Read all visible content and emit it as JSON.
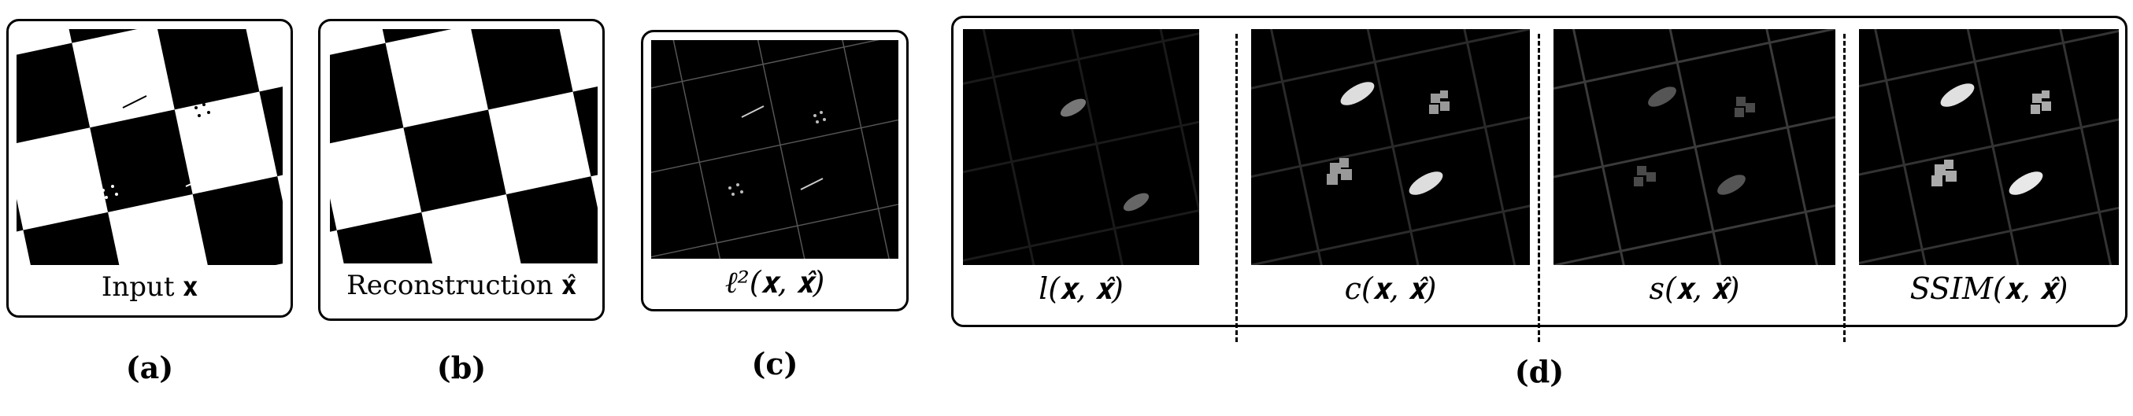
{
  "panels": {
    "a": {
      "label": "(a)",
      "caption": "Input 𝐱"
    },
    "b": {
      "label": "(b)",
      "caption": "Reconstruction 𝐱̂"
    },
    "c": {
      "label": "(c)",
      "caption": "ℓ²(𝐱, 𝐱̂)"
    },
    "d": {
      "label": "(d)"
    }
  },
  "ssim_components": [
    {
      "caption": "l(𝐱, 𝐱̂)"
    },
    {
      "caption": "c(𝐱, 𝐱̂)"
    },
    {
      "caption": "s(𝐱, 𝐱̂)"
    },
    {
      "caption": "SSIM(𝐱, 𝐱̂)"
    }
  ]
}
